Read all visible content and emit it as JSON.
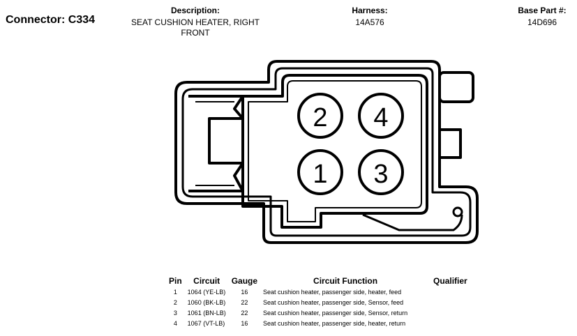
{
  "header": {
    "connector_label": "Connector: C334",
    "description_label": "Description:",
    "description_value": "SEAT CUSHION HEATER, RIGHT FRONT",
    "harness_label": "Harness:",
    "harness_value": "14A576",
    "base_part_label": "Base Part #:",
    "base_part_value": "14D696"
  },
  "diagram": {
    "pins": [
      {
        "number": "2"
      },
      {
        "number": "4"
      },
      {
        "number": "1"
      },
      {
        "number": "3"
      }
    ]
  },
  "table": {
    "headers": {
      "pin": "Pin",
      "circuit": "Circuit",
      "gauge": "Gauge",
      "function": "Circuit Function",
      "qualifier": "Qualifier"
    },
    "rows": [
      {
        "pin": "1",
        "circuit": "1064 (YE-LB)",
        "gauge": "16",
        "function": "Seat cushion heater, passenger side, heater, feed",
        "qualifier": ""
      },
      {
        "pin": "2",
        "circuit": "1060 (BK-LB)",
        "gauge": "22",
        "function": "Seat cushion heater, passenger side, Sensor, feed",
        "qualifier": ""
      },
      {
        "pin": "3",
        "circuit": "1061 (BN-LB)",
        "gauge": "22",
        "function": "Seat cushion heater, passenger side, Sensor, return",
        "qualifier": ""
      },
      {
        "pin": "4",
        "circuit": "1067 (VT-LB)",
        "gauge": "16",
        "function": "Seat cushion heater, passenger side, heater, return",
        "qualifier": ""
      }
    ]
  }
}
